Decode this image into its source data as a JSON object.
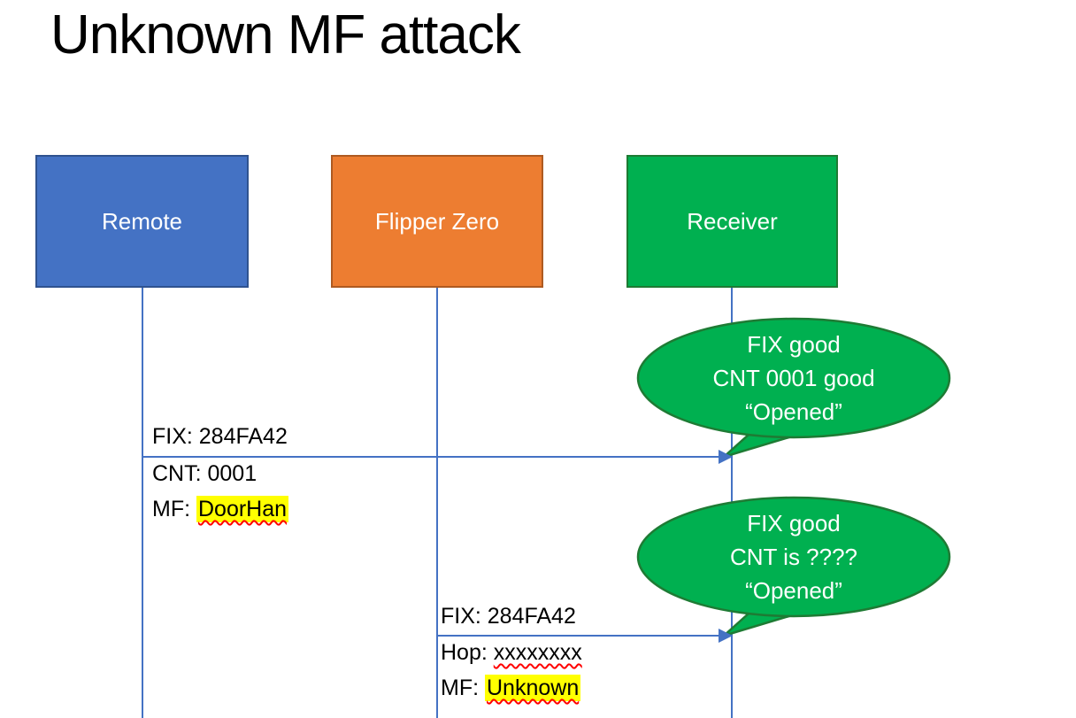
{
  "title": "Unknown MF attack",
  "actors": [
    {
      "id": "remote",
      "label": "Remote",
      "fill": "#4472C4",
      "border": "#2F528F"
    },
    {
      "id": "flipper-zero",
      "label": "Flipper Zero",
      "fill": "#ED7D31",
      "border": "#AE5A21"
    },
    {
      "id": "receiver",
      "label": "Receiver",
      "fill": "#00B050",
      "border": "#1E7B34"
    }
  ],
  "callouts": [
    {
      "fill": "#00B050",
      "border": "#1E7B34",
      "lines": [
        "FIX good",
        "CNT 0001 good",
        "“Opened”"
      ]
    },
    {
      "fill": "#00B050",
      "border": "#1E7B34",
      "lines": [
        "FIX good",
        "CNT is ????",
        "“Opened”"
      ]
    }
  ],
  "messages": [
    {
      "from": "Remote",
      "to": "Receiver",
      "lines": [
        {
          "text": "FIX: 284FA42"
        },
        {
          "text": "CNT: 0001"
        },
        {
          "prefix": "MF: ",
          "marked": "DoorHan"
        }
      ]
    },
    {
      "from": "Flipper Zero",
      "to": "Receiver",
      "lines": [
        {
          "text": "FIX: 284FA42"
        },
        {
          "prefix": "Hop: ",
          "marked": "xxxxxxxx"
        },
        {
          "prefix": "MF: ",
          "marked": "Unknown"
        }
      ]
    }
  ],
  "colors": {
    "connector": "#4472C4",
    "highlight": "#FFFF00",
    "spellcheck_underline": "#FF0000"
  }
}
